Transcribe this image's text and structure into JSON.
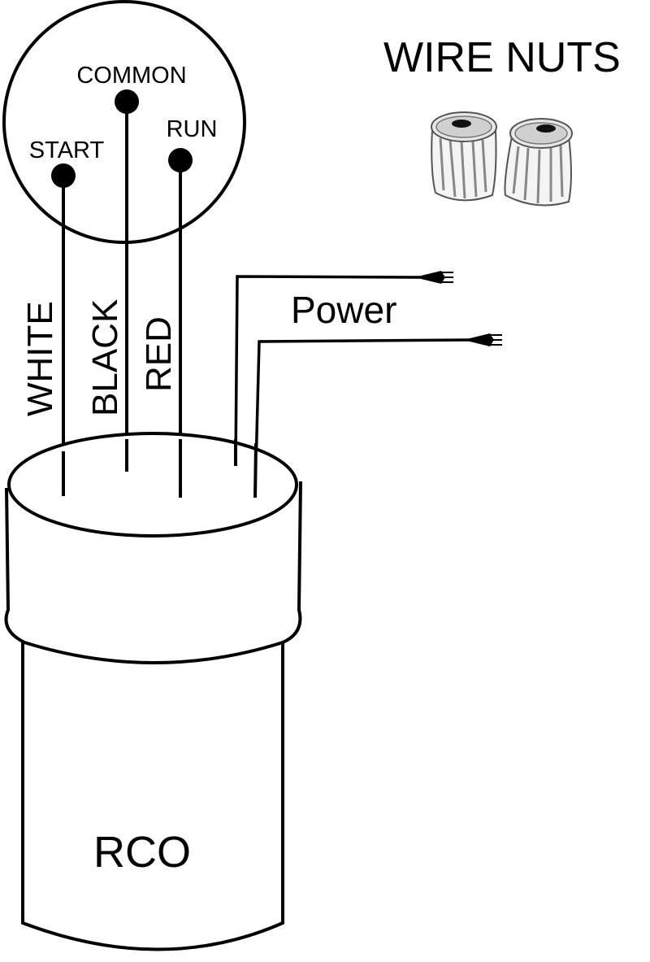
{
  "motor": {
    "terminals": {
      "common": "COMMON",
      "start": "START",
      "run": "RUN"
    }
  },
  "wires": {
    "white": "WHITE",
    "black": "BLACK",
    "red": "RED"
  },
  "power_label": "Power",
  "wire_nuts_title": "WIRE NUTS",
  "rco_label": "RCO",
  "colors": {
    "line": "#000000",
    "background": "#ffffff",
    "nut_fill": "#f4f4f4",
    "nut_shade": "#c8c8c8"
  }
}
